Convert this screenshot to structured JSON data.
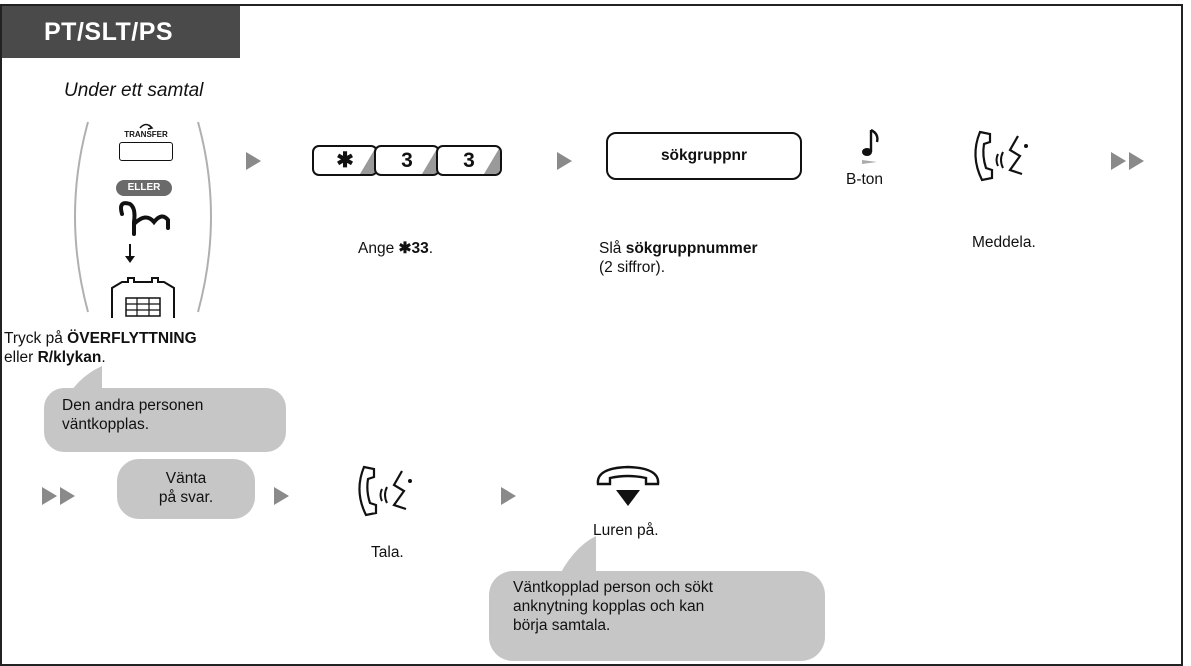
{
  "header": {
    "title": "PT/SLT/PS"
  },
  "intro": "Under ett samtal",
  "step1": {
    "transfer_key_label": "TRANSFER",
    "or_badge": "ELLER",
    "caption_pre": "Tryck på ",
    "caption_bold1": "ÖVERFLYTTNING",
    "caption_mid": "eller ",
    "caption_bold2": "R/klykan",
    "caption_end": ".",
    "bubble_line1": "Den andra personen",
    "bubble_line2": "väntkopplas."
  },
  "step2": {
    "keys": [
      "✱",
      "3",
      "3"
    ],
    "caption_pre": "Ange ",
    "caption_bold": "✱33",
    "caption_end": "."
  },
  "step3": {
    "box_label": "sökgruppnr",
    "caption_pre": "Slå ",
    "caption_bold": "sökgruppnummer",
    "caption_line2": "(2 siffror)."
  },
  "step4": {
    "tone_label": "B-ton"
  },
  "step5": {
    "caption": "Meddela."
  },
  "row2": {
    "wait_line1": "Vänta",
    "wait_line2": "på svar.",
    "talk_caption": "Tala.",
    "hangup_caption": "Luren på.",
    "result_line1": "Väntkopplad person och sökt",
    "result_line2": "anknytning kopplas och kan",
    "result_line3": "börja samtala."
  },
  "icons": [
    "transfer-key-icon",
    "press-hand-icon",
    "phone-hook-icon",
    "music-note-icon",
    "talking-handset-icon",
    "hang-up-handset-icon",
    "arrow-right-icon",
    "double-arrow-right-icon"
  ],
  "colors": {
    "header_bg": "#4a4a4a",
    "bubble_bg": "#c6c6c6",
    "arrow": "#8a8a8a"
  }
}
